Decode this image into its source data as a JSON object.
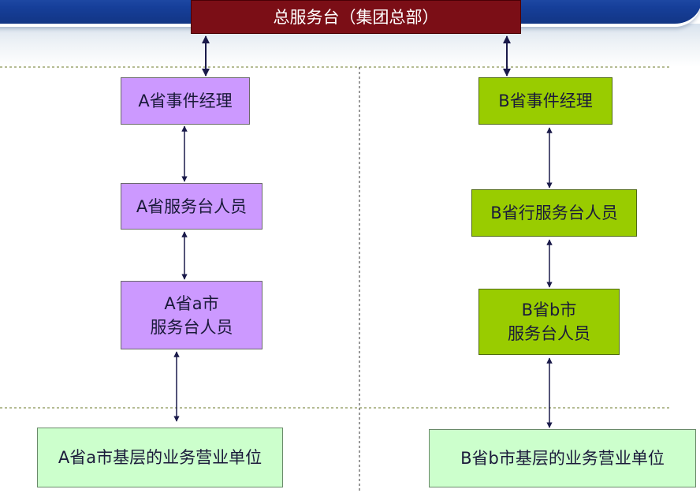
{
  "hq": {
    "label": "总服务台（集团总部）"
  },
  "left": {
    "manager": "A省事件经理",
    "service_desk": "A省服务台人员",
    "city_desk": "A省a市\n服务台人员",
    "base_unit": "A省a市基层的业务营业单位"
  },
  "right": {
    "manager": "B省事件经理",
    "service_desk": "B省行服务台人员",
    "city_desk": "B省b市\n服务台人员",
    "base_unit": "B省b市基层的业务营业单位"
  },
  "colors": {
    "hq": "#7b0e16",
    "province_a": "#cc99ff",
    "province_b": "#99cc00",
    "base_unit": "#ccffcc",
    "connector": "#1a1a4a",
    "divider": "#6b7a2a"
  }
}
